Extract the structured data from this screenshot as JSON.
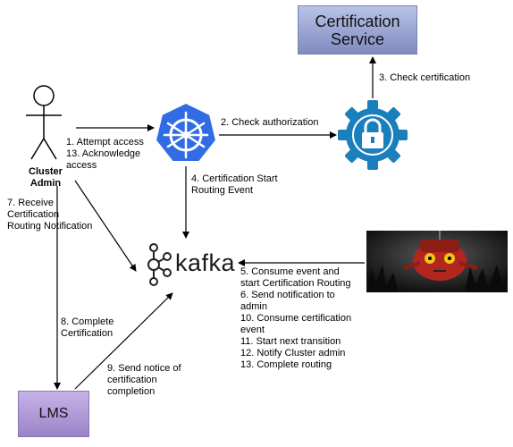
{
  "nodes": {
    "certification_service": "Certification\nService",
    "cluster_admin": "Cluster\nAdmin",
    "kafka": "kafka",
    "lms": "LMS"
  },
  "edges": {
    "attempt_access": "1. Attempt access\n13. Acknowledge\naccess",
    "check_authorization": "2. Check authorization",
    "check_certification": "3. Check certification",
    "start_routing_event": "4. Certification Start\nRouting Event",
    "receive_notification": "7. Receive\nCertification\nRouting Notification",
    "complete_certification": "8. Complete\nCertification",
    "notice_completion": "9. Send notice of\ncertification\ncompletion"
  },
  "routing_steps": [
    "5. Consume event and",
    "start Certification Routing",
    "6. Send notification to",
    "admin",
    "10. Consume certification",
    "event",
    "11. Start next transition",
    "12. Notify Cluster admin",
    "13. Complete routing"
  ],
  "colors": {
    "kubernetes_blue": "#326ce5",
    "gear_blue": "#1a7fbd",
    "service_box": "#8f9bd0",
    "lms_box": "#a892d2"
  }
}
